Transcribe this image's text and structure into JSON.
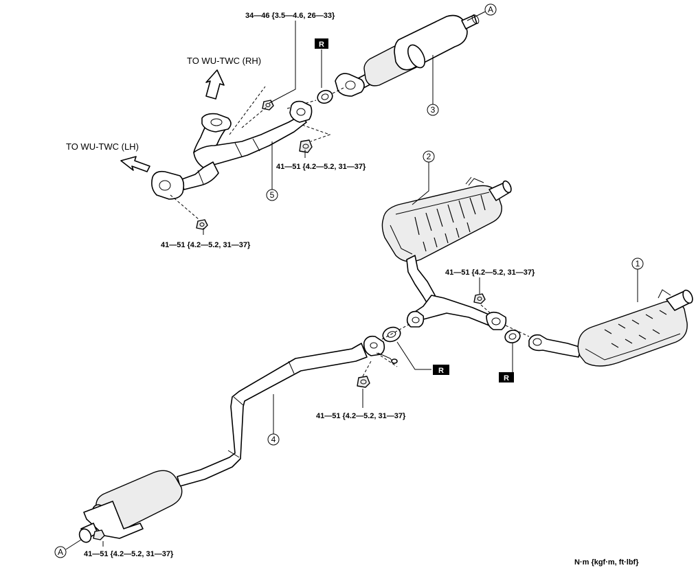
{
  "direction_labels": {
    "rh": "TO WU-TWC (RH)",
    "lh": "TO WU-TWC (LH)"
  },
  "torque_specs": {
    "top_nut": "34—46 {3.5—4.6, 26—33}",
    "mid_bolt": "41—51 {4.2—5.2, 31—37}",
    "lh_flange": "41—51 {4.2—5.2, 31—37}",
    "right_converter": "41—51 {4.2—5.2, 31—37}",
    "center_joint": "41—51 {4.2—5.2, 31—37}",
    "rear_hanger": "41—51 {4.2—5.2, 31—37}"
  },
  "callouts": {
    "part1": "1",
    "part2": "2",
    "part3": "3",
    "part4": "4",
    "part5": "5",
    "ref_a_top": "A",
    "ref_a_bottom": "A"
  },
  "replace_badges": {
    "top": "R",
    "center": "R",
    "right": "R"
  },
  "units": "N·m {kgf·m, ft·lbf}"
}
